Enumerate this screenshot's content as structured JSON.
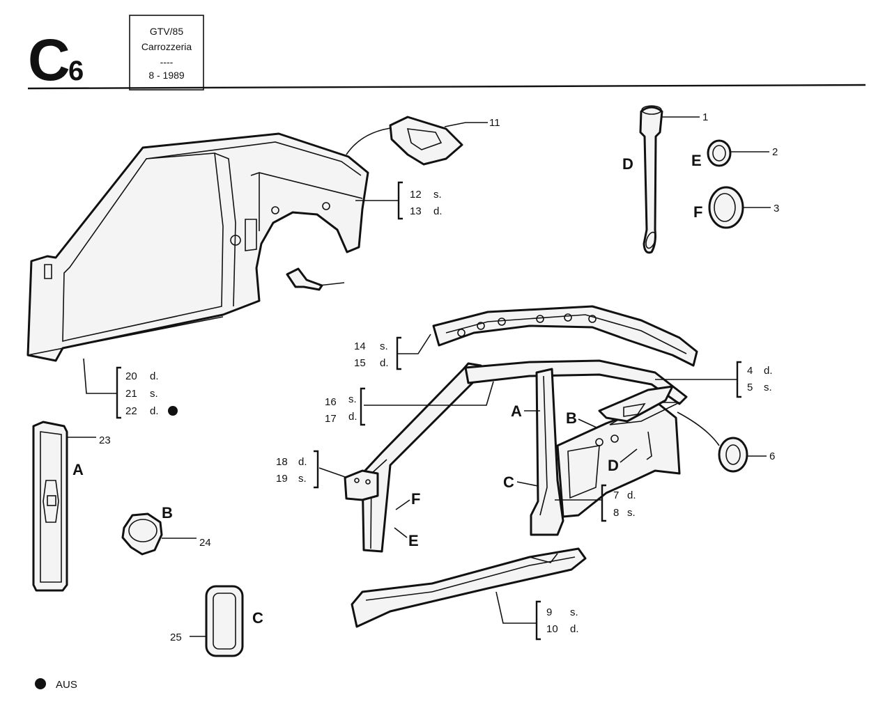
{
  "header": {
    "code_letter": "C",
    "code_number": "6",
    "box_line1": "GTV/85",
    "box_line2": "Carrozzeria",
    "box_dashes": "----",
    "box_date": "8 - 1989"
  },
  "callouts": {
    "n1": "1",
    "n2": "2",
    "n3": "3",
    "n6": "6",
    "n11": "11",
    "n23": "23",
    "n24": "24",
    "n25": "25",
    "g12": [
      "12",
      "s."
    ],
    "g13": [
      "13",
      "d."
    ],
    "g14": [
      "14",
      "s."
    ],
    "g15": [
      "15",
      "d."
    ],
    "g16": [
      "16",
      "s."
    ],
    "g17": [
      "17",
      "d."
    ],
    "g18": [
      "18",
      "d."
    ],
    "g19": [
      "19",
      "s."
    ],
    "g20": [
      "20",
      "d."
    ],
    "g21": [
      "21",
      "s."
    ],
    "g22": [
      "22",
      "d."
    ],
    "g4": [
      "4",
      "d."
    ],
    "g5": [
      "5",
      "s."
    ],
    "g7": [
      "7",
      "d."
    ],
    "g8": [
      "8",
      "s."
    ],
    "g9": [
      "9",
      "s."
    ],
    "g10": [
      "10",
      "d."
    ]
  },
  "letters": {
    "D_tube": "D",
    "E_plug": "E",
    "F_plug": "F",
    "A_left": "A",
    "B_left": "B",
    "C_left": "C",
    "A_mid": "A",
    "B_mid": "B",
    "C_mid": "C",
    "D_mid": "D",
    "E_mid": "E",
    "F_mid": "F"
  },
  "legend": {
    "symbol": "bullet",
    "text": "AUS"
  }
}
